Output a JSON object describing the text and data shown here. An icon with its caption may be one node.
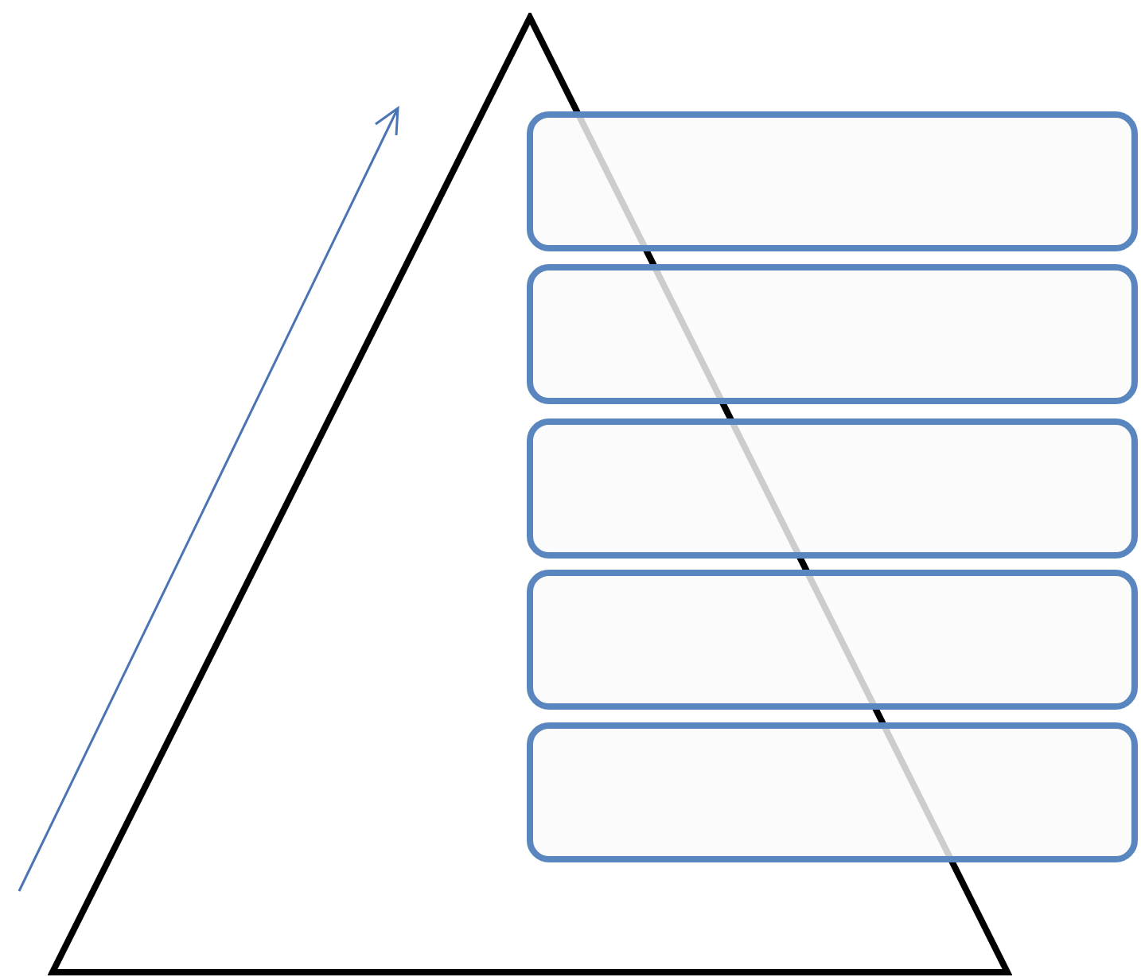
{
  "diagram": {
    "nodes": [
      {
        "text": [],
        "shape": "triangle"
      },
      {
        "text": [],
        "shape": "box"
      },
      {
        "text": [],
        "shape": "box"
      },
      {
        "text": [],
        "shape": "box"
      },
      {
        "text": [],
        "shape": "box"
      },
      {
        "text": [],
        "shape": "box"
      }
    ]
  }
}
